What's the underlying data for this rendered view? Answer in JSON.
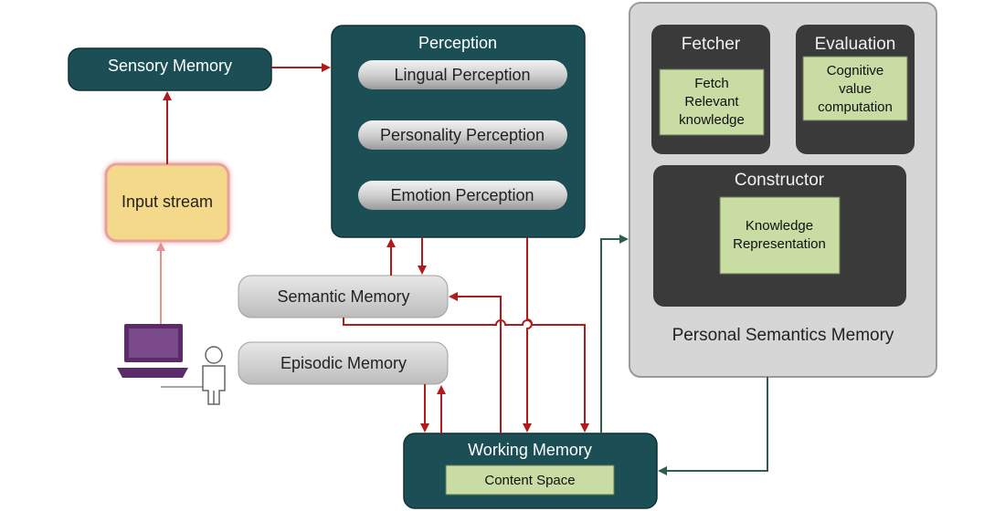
{
  "nodes": {
    "sensory_memory": "Sensory Memory",
    "input_stream": "Input stream",
    "perception": {
      "title": "Perception",
      "items": [
        "Lingual Perception",
        "Personality Perception",
        "Emotion Perception"
      ]
    },
    "semantic_memory": "Semantic Memory",
    "episodic_memory": "Episodic Memory",
    "working_memory": {
      "title": "Working Memory",
      "content": "Content Space"
    },
    "personal_semantics_memory": {
      "title": "Personal Semantics Memory",
      "fetcher": {
        "title": "Fetcher",
        "lines": [
          "Fetch",
          "Relevant",
          "knowledge"
        ]
      },
      "evaluation": {
        "title": "Evaluation",
        "lines": [
          "Cognitive",
          "value",
          "computation"
        ]
      },
      "constructor": {
        "title": "Constructor",
        "lines": [
          "Knowledge",
          "Representation"
        ]
      }
    }
  },
  "colors": {
    "dark_teal": "#1b4f55",
    "dark_gray": "#3a3a3a",
    "light_gray": "#d4d4d4",
    "light_green": "#c8dca4",
    "input_yellow": "#f5d98a",
    "arrow_red": "#b01c1c",
    "arrow_green": "#2f5f4a",
    "user_purple": "#5a2a6a"
  },
  "icons": [
    "computer-icon",
    "user-icon"
  ]
}
